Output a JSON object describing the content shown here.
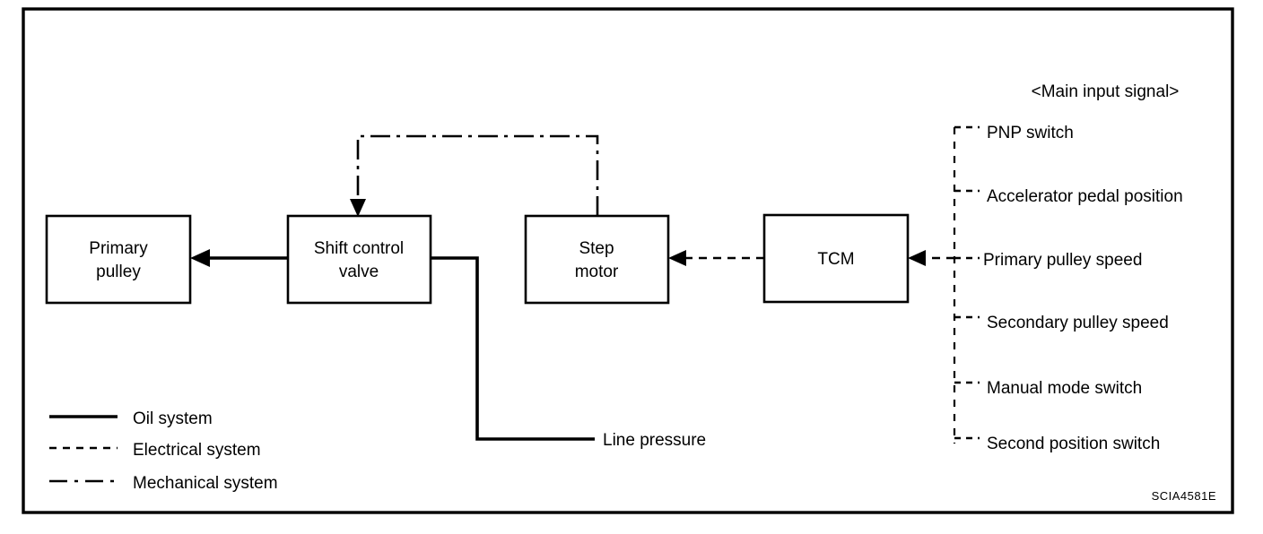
{
  "figure": {
    "code": "SCIA4581E",
    "heading": "<Main input signal>",
    "line_pressure_label": "Line pressure"
  },
  "blocks": [
    {
      "id": "primary-pulley",
      "label_line1": "Primary",
      "label_line2": "pulley"
    },
    {
      "id": "shift-control-valve",
      "label_line1": "Shift control",
      "label_line2": "valve"
    },
    {
      "id": "step-motor",
      "label_line1": "Step",
      "label_line2": "motor"
    },
    {
      "id": "tcm",
      "label_line1": "TCM",
      "label_line2": ""
    }
  ],
  "signals": [
    {
      "label": "PNP switch"
    },
    {
      "label": "Accelerator pedal position"
    },
    {
      "label": "Primary pulley speed"
    },
    {
      "label": "Secondary pulley speed"
    },
    {
      "label": "Manual mode switch"
    },
    {
      "label": "Second position switch"
    }
  ],
  "legend": [
    {
      "style": "solid",
      "label": "Oil system"
    },
    {
      "style": "dashed",
      "label": "Electrical system"
    },
    {
      "style": "dash-dot",
      "label": "Mechanical system"
    }
  ],
  "colors": {
    "ink": "#000000",
    "paper": "#ffffff"
  }
}
